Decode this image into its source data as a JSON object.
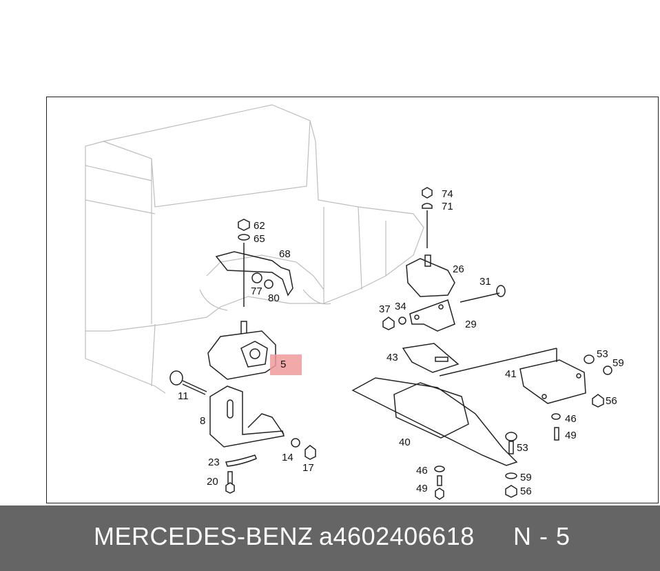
{
  "diagram": {
    "callouts": [
      "62",
      "65",
      "68",
      "77",
      "80",
      "74",
      "71",
      "26",
      "31",
      "37",
      "34",
      "29",
      "43",
      "53",
      "59",
      "41",
      "56",
      "46",
      "49",
      "40",
      "11",
      "8",
      "23",
      "14",
      "17",
      "20",
      "5"
    ],
    "highlighted_callout": "5"
  },
  "footer": {
    "brand": "MERCEDES-BENZ",
    "separator": "-",
    "part_number": "a4602406618",
    "reference": "N - 5"
  },
  "colors": {
    "footer_background": "#656565",
    "highlight": "#ee9a9a",
    "line_art": "#222222",
    "faint_outline": "#bdbdbd"
  }
}
